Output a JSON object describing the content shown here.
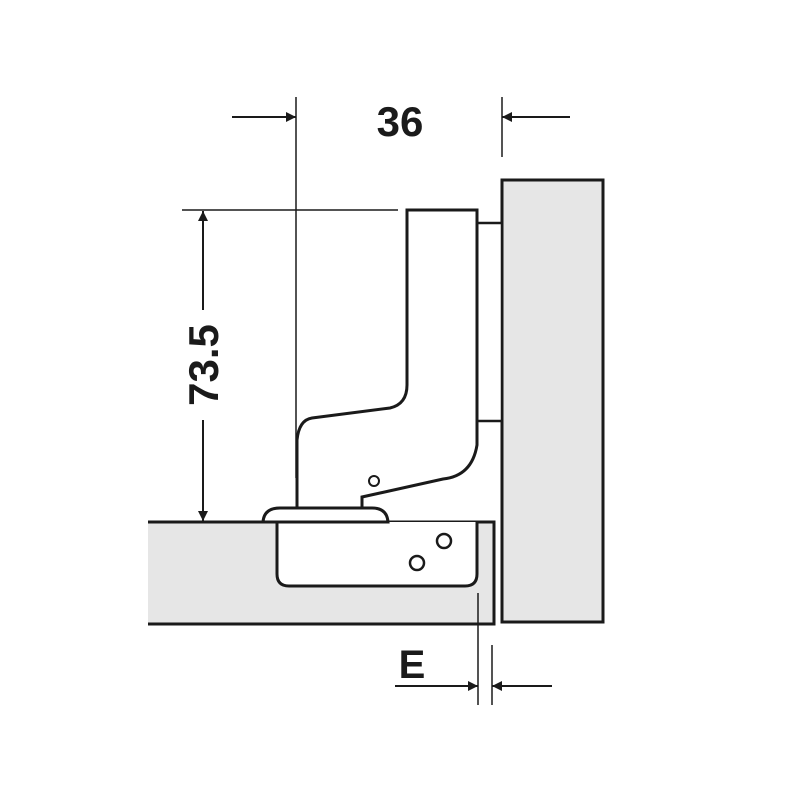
{
  "dimensions": {
    "width_label": "36",
    "height_label": "73.5",
    "overlay_label": "E"
  },
  "colors": {
    "panel_fill": "#e6e6e6",
    "line": "#1a1a1a",
    "background": "#ffffff"
  }
}
